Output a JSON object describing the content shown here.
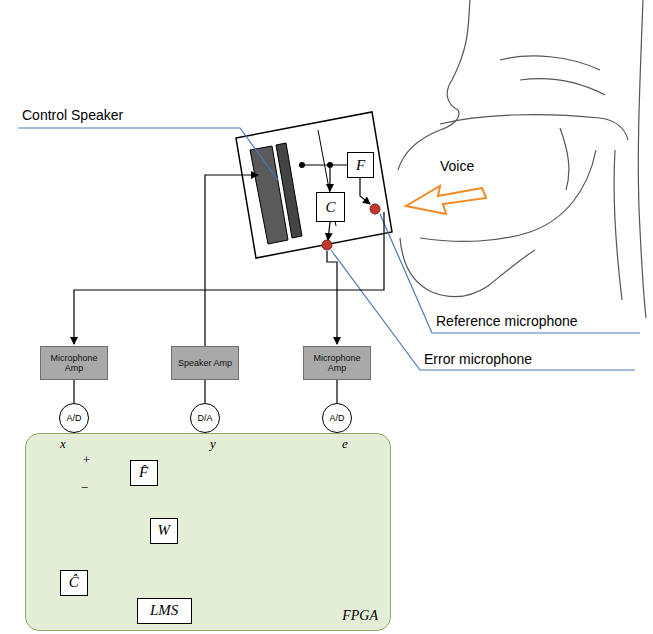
{
  "diagram": {
    "nodes": [
      {
        "text": [
          "F"
        ]
      },
      {
        "text": [
          "C"
        ]
      },
      {
        "text": [
          "Microphone Amp"
        ]
      },
      {
        "text": [
          "Speaker Amp"
        ]
      },
      {
        "text": [
          "Microphone Amp"
        ]
      },
      {
        "text": [
          "A/D"
        ]
      },
      {
        "text": [
          "D/A"
        ]
      },
      {
        "text": [
          "A/D"
        ]
      },
      {
        "text": [
          "FPGA"
        ]
      },
      {
        "text": [
          "F̂"
        ],
        "in": 8
      },
      {
        "text": [
          "W"
        ],
        "in": 8
      },
      {
        "text": [
          "Ĉ"
        ],
        "in": 8
      },
      {
        "text": [
          "LMS"
        ],
        "in": 8
      }
    ],
    "edges": [
      {
        "from": 2,
        "to": 5,
        "arrow": "none"
      },
      {
        "from": 6,
        "to": 3,
        "arrow": "none"
      },
      {
        "from": 4,
        "to": 7,
        "arrow": "none"
      },
      {
        "from": 5,
        "to": 10,
        "arrow": "to"
      },
      {
        "from": 5,
        "to": 11,
        "arrow": "to"
      },
      {
        "from": 10,
        "to": 6,
        "arrow": "to"
      },
      {
        "from": 10,
        "to": 9,
        "arrow": "to"
      },
      {
        "from": 9,
        "to": 10,
        "arrow": "to"
      },
      {
        "from": 11,
        "to": 12,
        "arrow": "to"
      },
      {
        "from": 7,
        "to": 12,
        "arrow": "to"
      },
      {
        "from": 12,
        "to": 10,
        "arrow": "to"
      }
    ],
    "labels": [
      "Control Speaker",
      "Voice",
      "Reference microphone",
      "Error microphone",
      "x",
      "+",
      "−",
      "y",
      "e"
    ]
  }
}
